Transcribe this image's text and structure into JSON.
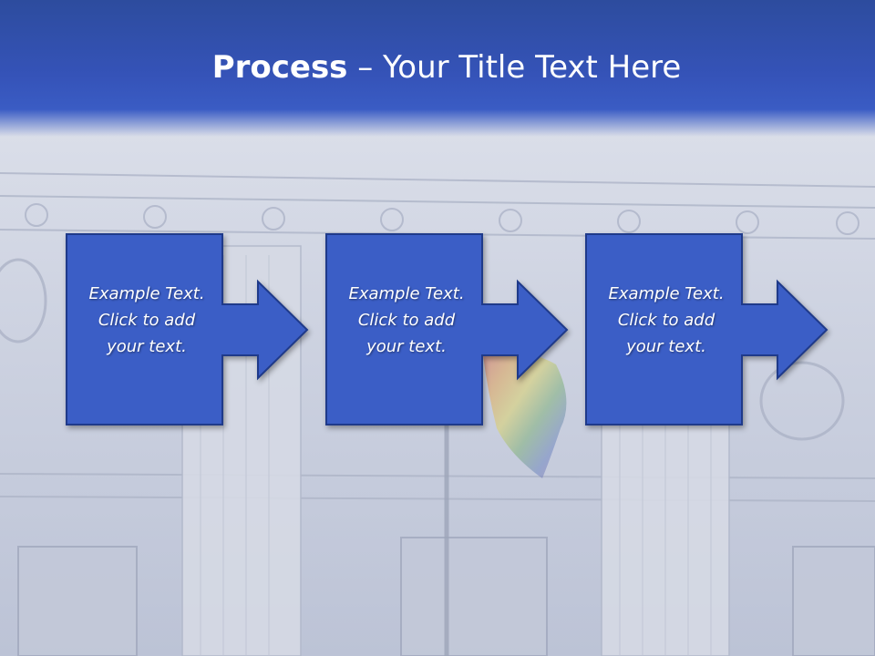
{
  "slide": {
    "title_bold": "Process",
    "title_rest": " – Your Title Text Here",
    "colors": {
      "accent": "#3a5cc4",
      "box_border": "#1f3a8a",
      "title_text": "#ffffff"
    },
    "steps": [
      {
        "text": "Example Text.\nClick  to add\nyour text."
      },
      {
        "text": "Example Text.\nClick  to add\nyour text."
      },
      {
        "text": "Example Text.\nClick  to add\nyour text."
      }
    ]
  }
}
